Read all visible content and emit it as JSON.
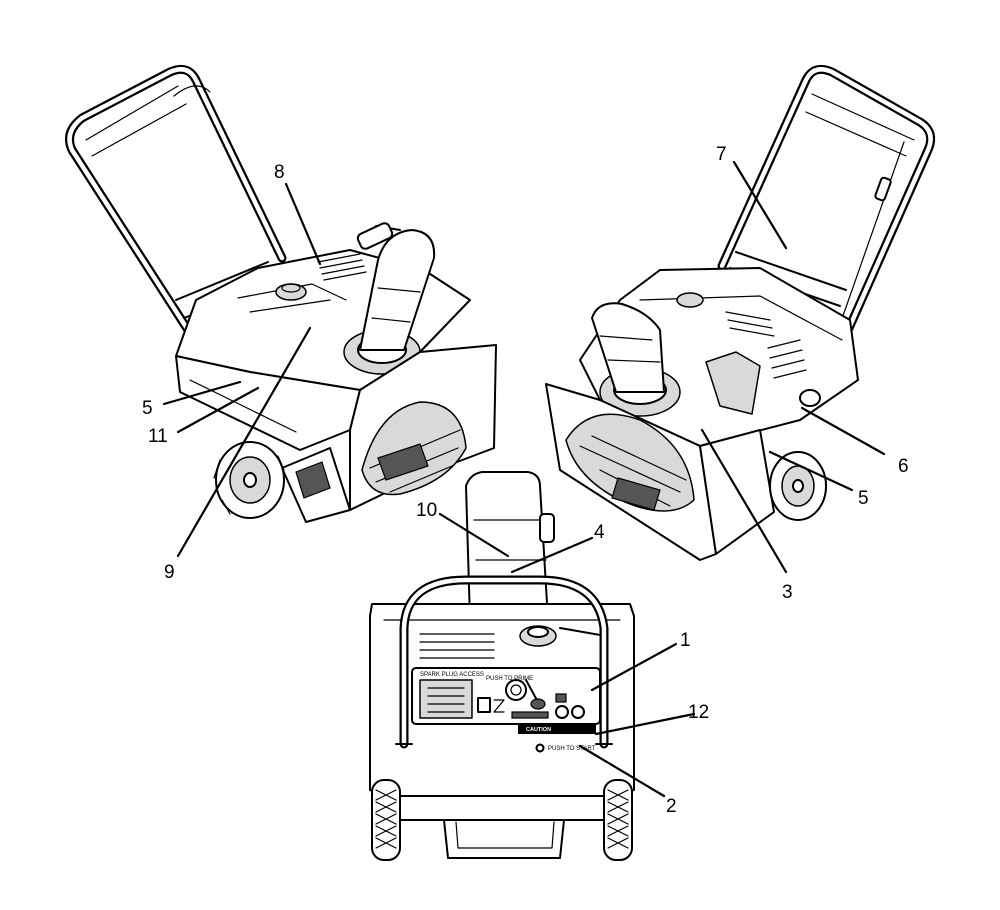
{
  "figure": {
    "callouts": [
      {
        "id": "c1",
        "label": "1"
      },
      {
        "id": "c2",
        "label": "2"
      },
      {
        "id": "c3",
        "label": "3"
      },
      {
        "id": "c4",
        "label": "4"
      },
      {
        "id": "c5a",
        "label": "5"
      },
      {
        "id": "c5b",
        "label": "5"
      },
      {
        "id": "c6",
        "label": "6"
      },
      {
        "id": "c7",
        "label": "7"
      },
      {
        "id": "c8",
        "label": "8"
      },
      {
        "id": "c9",
        "label": "9"
      },
      {
        "id": "c10",
        "label": "10"
      },
      {
        "id": "c11",
        "label": "11"
      },
      {
        "id": "c12",
        "label": "12"
      }
    ],
    "panel_text": {
      "spark_plug_label": "SPARK PLUG ACCESS",
      "push_to_prime": "PUSH TO PRIME",
      "caution": "CAUTION",
      "push_to_start": "PUSH TO START"
    }
  }
}
